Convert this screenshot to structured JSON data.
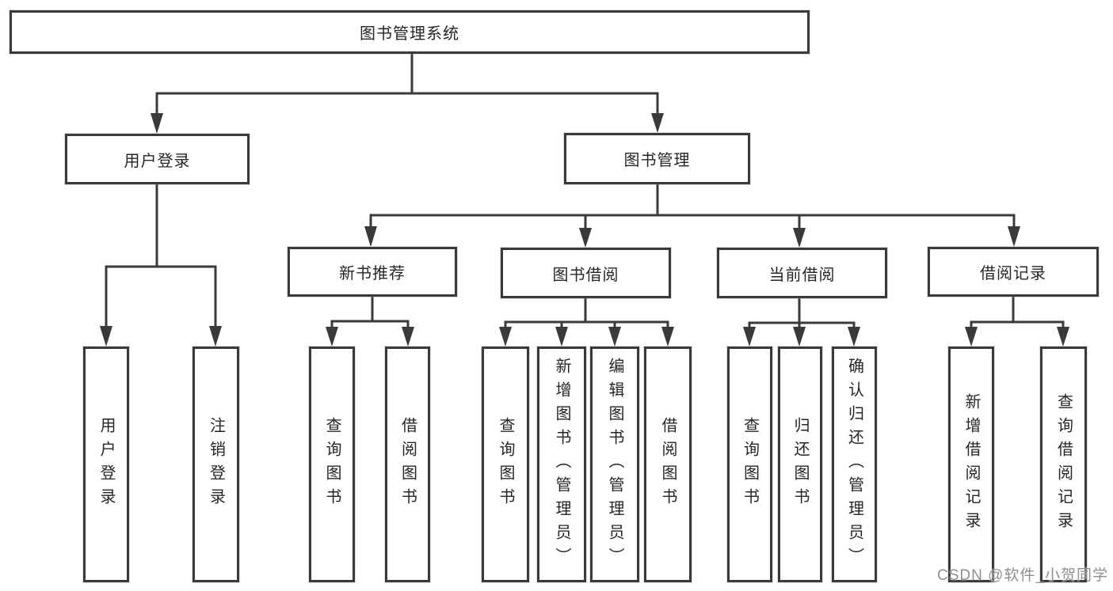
{
  "diagram_type": "function-structure-tree",
  "nodes": {
    "root": "图书管理系统",
    "user_login": "用户登录",
    "book_management": "图书管理",
    "new_book_recommend": "新书推荐",
    "book_borrow": "图书借阅",
    "current_borrow": "当前借阅",
    "borrow_record": "借阅记录",
    "login_user_login": "用户登录",
    "login_logout": "注销登录",
    "rec_query_book": "查询图书",
    "rec_borrow_book": "借阅图书",
    "borrow_query_book": "查询图书",
    "borrow_add_book": "新增图书（管理员）",
    "borrow_edit_book": "编辑图书（管理员）",
    "borrow_borrow_book": "借阅图书",
    "current_query_book": "查询图书",
    "current_return_book": "归还图书",
    "current_confirm_return": "确认归还（管理员）",
    "record_add_record": "新增借阅记录",
    "record_query_record": "查询借阅记录"
  },
  "hierarchy": {
    "图书管理系统": {
      "用户登录": [
        "用户登录",
        "注销登录"
      ],
      "图书管理": {
        "新书推荐": [
          "查询图书",
          "借阅图书"
        ],
        "图书借阅": [
          "查询图书",
          "新增图书（管理员）",
          "编辑图书（管理员）",
          "借阅图书"
        ],
        "当前借阅": [
          "查询图书",
          "归还图书",
          "确认归还（管理员）"
        ],
        "借阅记录": [
          "新增借阅记录",
          "查询借阅记录"
        ]
      }
    }
  },
  "watermark": "CSDN @软件_小贺同学",
  "colors": {
    "line": "#3a3a3a",
    "box_border": "#3a3a3a",
    "box_background": "#ffffff",
    "text": "#262626",
    "watermark": "#8f8f8f",
    "background": "#ffffff"
  }
}
